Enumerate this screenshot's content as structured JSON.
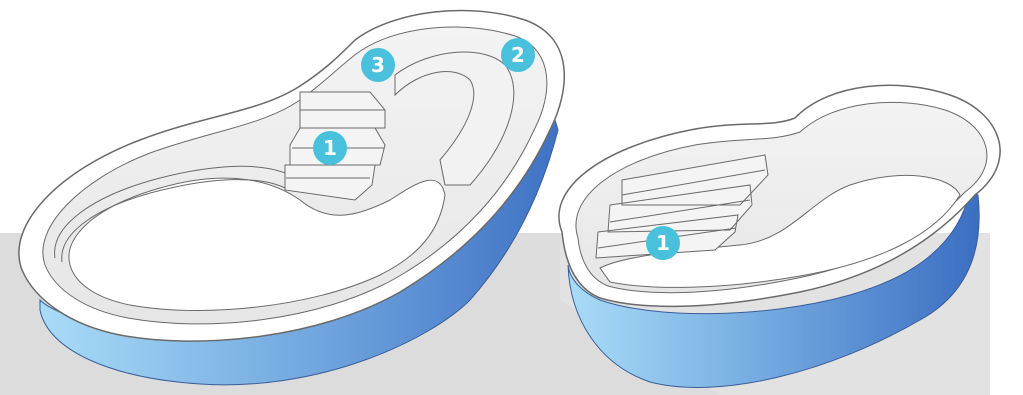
{
  "colors": {
    "background": "#ffffff",
    "floor_shadow": "#dcdcdc",
    "shell_light": "#a9dcf7",
    "shell_dark": "#3f72c4",
    "interior": "#ffffff",
    "interior_shade": "#eaeaea",
    "outline": "#6a6a6a",
    "marker": "#49c0dc",
    "marker_text": "#ffffff"
  },
  "pools": [
    {
      "name": "kidney-pool",
      "markers": [
        {
          "label": "1",
          "meaning": ""
        },
        {
          "label": "2",
          "meaning": ""
        },
        {
          "label": "3",
          "meaning": ""
        }
      ]
    },
    {
      "name": "oval-pool",
      "markers": [
        {
          "label": "1",
          "meaning": ""
        }
      ]
    }
  ]
}
